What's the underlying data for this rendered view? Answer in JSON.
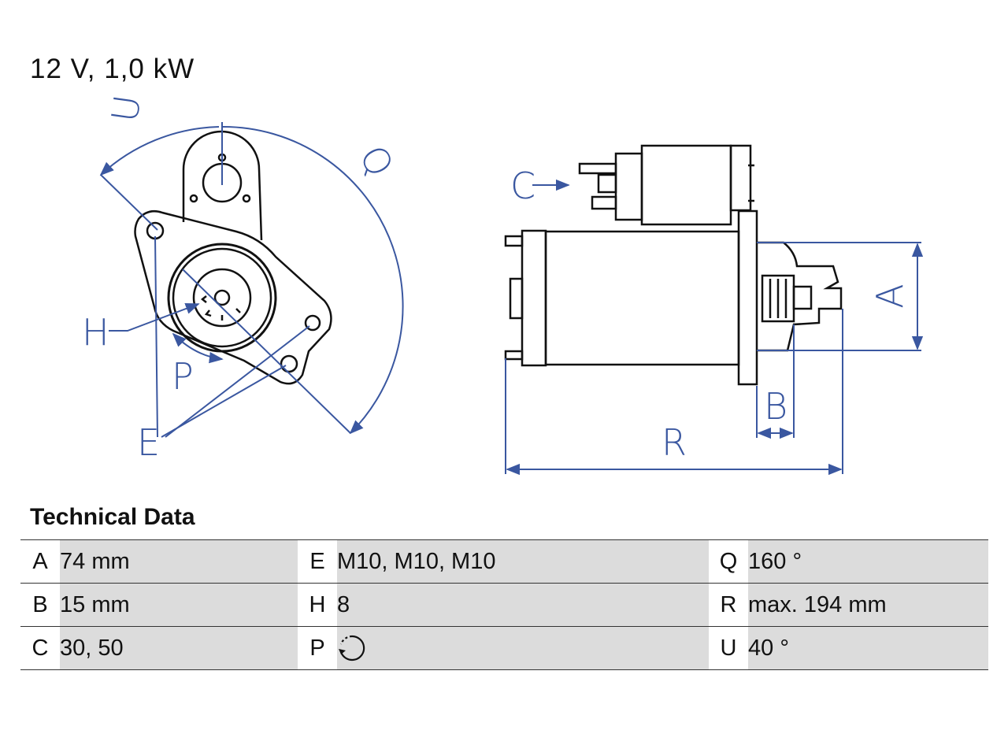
{
  "header": {
    "rating": "12 V, 1,0 kW"
  },
  "diagram": {
    "labels": {
      "u": "U",
      "q": "Q",
      "h": "H",
      "p": "P",
      "e": "E",
      "c": "C",
      "a": "A",
      "b": "B",
      "r": "R"
    },
    "line_color": "#3a57a0"
  },
  "technical": {
    "title": "Technical Data",
    "rows": [
      {
        "k1": "A",
        "v1": "74 mm",
        "k2": "E",
        "v2": "M10, M10, M10",
        "k3": "Q",
        "v3": "160 °"
      },
      {
        "k1": "B",
        "v1": "15 mm",
        "k2": "H",
        "v2": "8",
        "k3": "R",
        "v3": "max. 194 mm"
      },
      {
        "k1": "C",
        "v1": "30, 50",
        "k2": "P",
        "v2": "",
        "v2_icon": "clockwise-rotation-icon",
        "k3": "U",
        "v3": "40 °"
      }
    ]
  }
}
